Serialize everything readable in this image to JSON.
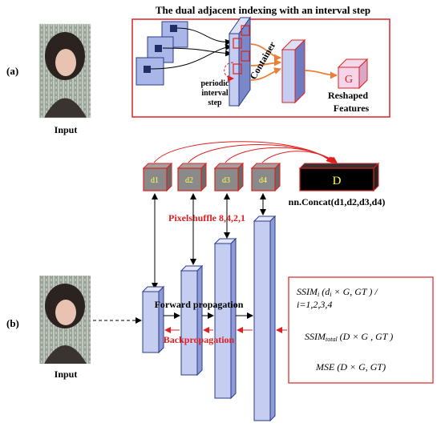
{
  "panel_a": {
    "label": "(a)",
    "title": "The dual adjacent  indexing with an interval  step",
    "input_label": "Input",
    "periodic_label_1": "periodic",
    "periodic_label_2": "interval",
    "periodic_label_3": "step",
    "container_label": "Container",
    "g_label": "G",
    "reshaped_label_1": "Reshaped",
    "reshaped_label_2": "Features"
  },
  "panel_b": {
    "label": "(b)",
    "input_label": "Input",
    "cubes": [
      "d1",
      "d2",
      "d3",
      "d4"
    ],
    "d_label": "D",
    "concat_label": "nn.Concat(d1,d2,d3,d4)",
    "pixelshuffle_label": "Pixelshuffle 8,4,2,1",
    "forward_label": "Forward propagation",
    "backprop_label": "Backpropagation",
    "loss_1a": "SSIM",
    "loss_1b": "i",
    "loss_1c": " (d",
    "loss_1d": "i",
    "loss_1e": " × G, GT ) /",
    "loss_2": "i=1,2,3,4",
    "loss_3a": "SSIM",
    "loss_3b": "total",
    "loss_3c": " (D × G , GT )",
    "loss_4": "MSE (D × G, GT)"
  },
  "colors": {
    "red": "#e02020",
    "blue_fill": "#c5cdf0",
    "blue_stroke": "#2b3b8c",
    "cube_fill": "#8a8a8a",
    "cube_text": "#ffff55",
    "orange": "#e8803a"
  }
}
